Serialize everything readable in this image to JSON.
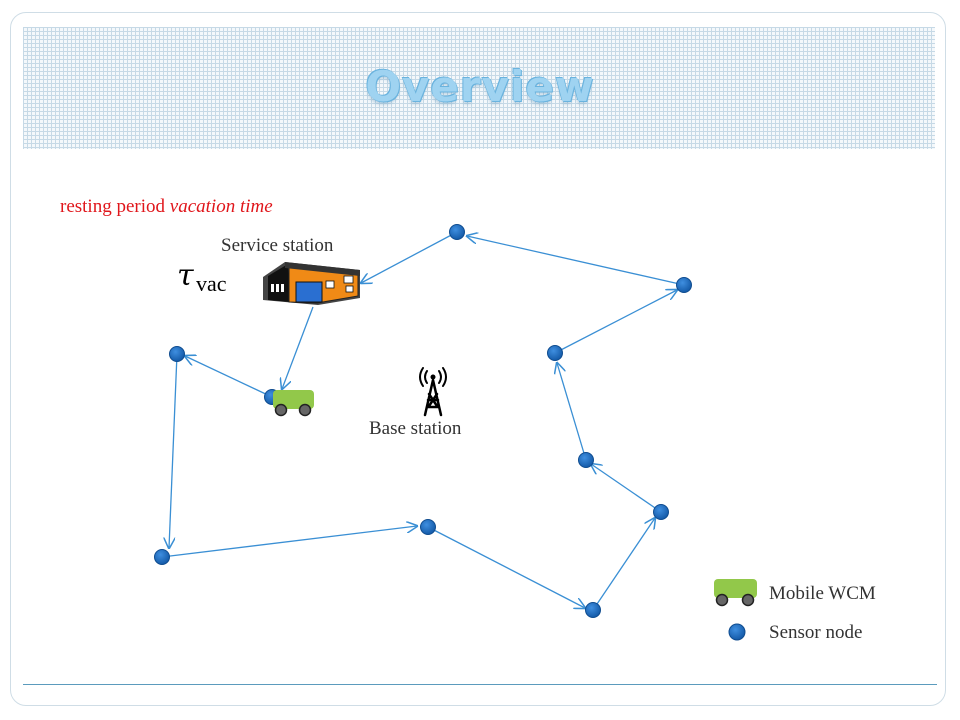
{
  "slide": {
    "title": "Overview",
    "subtitle_plain": "resting period ",
    "subtitle_italic": "vacation time"
  },
  "diagram": {
    "service_station_label": "Service station",
    "base_station_label": "Base station",
    "tau_symbol": "τ",
    "tau_subscript": "vac",
    "legend": {
      "wcm_label": "Mobile WCM",
      "sensor_label": "Sensor node"
    },
    "colors": {
      "node": "#1f6fc5",
      "edge": "#3a8fd4",
      "vehicle": "#92c84a",
      "text_highlight": "#e0161b"
    }
  }
}
